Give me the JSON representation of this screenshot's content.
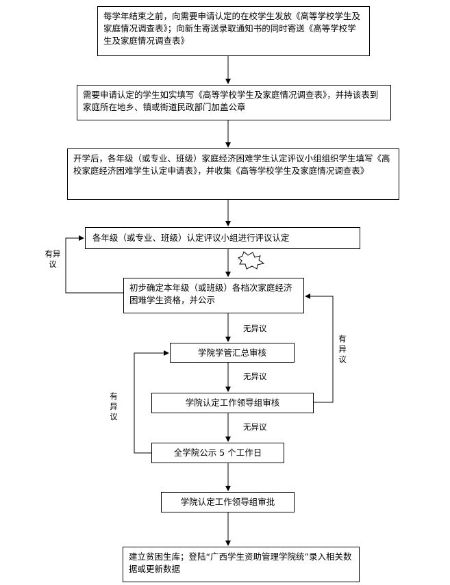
{
  "steps": {
    "s1": "每学年结束之前，向需要申请认定的在校学生发放《高等学校学生及家庭情况调查表》；向新生寄送录取通知书的同时寄送《高等学校学生及家庭情况调查表》",
    "s2": "需要申请认定的学生如实填写《高等学校学生及家庭情况调查表》，并持该表到家庭所在地乡、镇或街道民政部门加盖公章",
    "s3": "开学后，各年级（或专业、班级）家庭经济困难学生认定评议小组组织学生填写《高校家庭经济困难学生认定申请表》，并收集《高等学校学生及家庭情况调查表》",
    "s4": "各年级（或专业、班级）认定评议小组进行评议认定",
    "s5": "初步确定本年级（或班级）各档次家庭经济困难学生资格，并公示",
    "s6": "学院学管汇总审核",
    "s7": "学院认定工作领导组审核",
    "s8": "全学院公示 5 个工作日",
    "s9": "学院认定工作领导组审批",
    "s10": "建立贫困生库；登陆“广西学生资助管理学院统”录入相关数据或更新数据"
  },
  "labels": {
    "objection_left_top": "有异议",
    "objection_left_mid": "有异议",
    "objection_right": "有异议",
    "no_objection_1": "无异议",
    "no_objection_2": "无异议",
    "no_objection_3": "无异议"
  }
}
